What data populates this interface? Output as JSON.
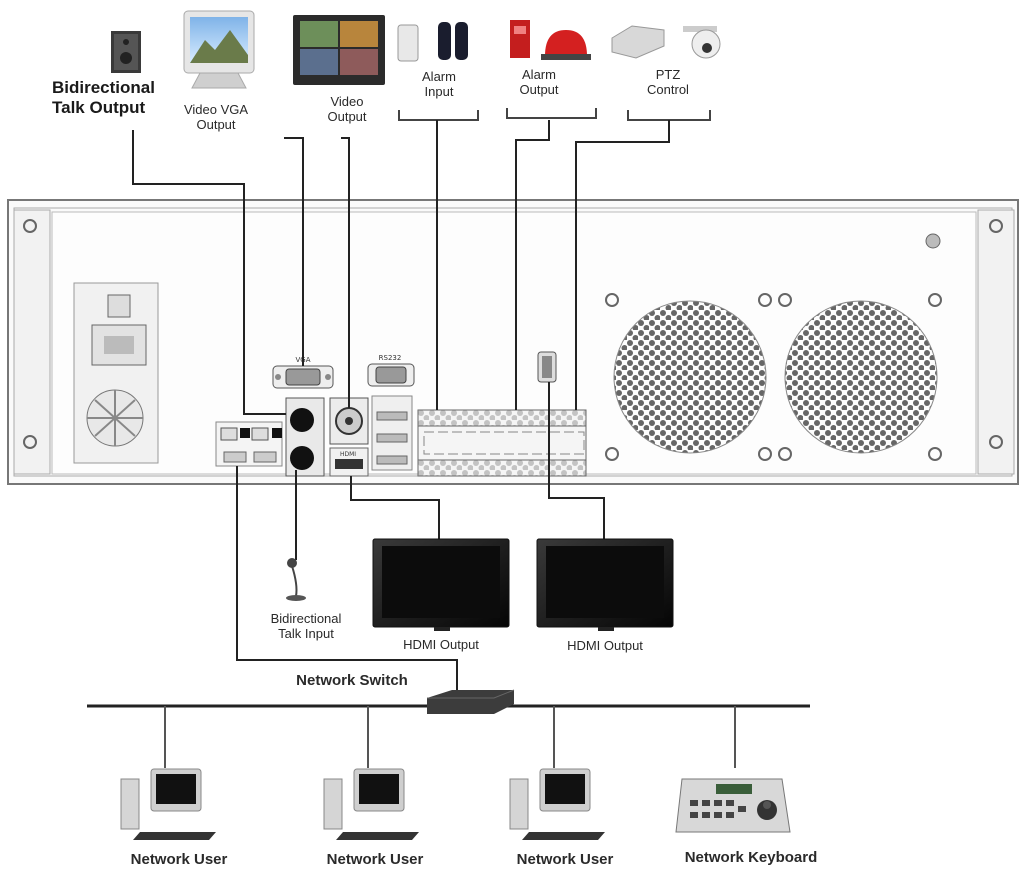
{
  "labels": {
    "talk_output": "Bidirectional\nTalk Output",
    "video_vga_output": "Video VGA\nOutput",
    "video_output": "Video\nOutput",
    "alarm_input": "Alarm\nInput",
    "alarm_output": "Alarm\nOutput",
    "ptz_control": "PTZ\nControl",
    "talk_input": "Bidirectional\nTalk Input",
    "hdmi_output_1": "HDMI Output",
    "hdmi_output_2": "HDMI Output",
    "network_switch": "Network Switch",
    "network_user_1": "Network User",
    "network_user_2": "Network User",
    "network_user_3": "Network User",
    "network_keyboard": "Network Keyboard"
  },
  "panel_text": {
    "vga": "VGA",
    "rs232": "RS232",
    "hdmi": "HDMI"
  },
  "colors": {
    "line": "#222222",
    "panel": "#f6f6f6",
    "panel_edge": "#777777",
    "monitor": "#151515",
    "alarm_red": "#d42020"
  }
}
